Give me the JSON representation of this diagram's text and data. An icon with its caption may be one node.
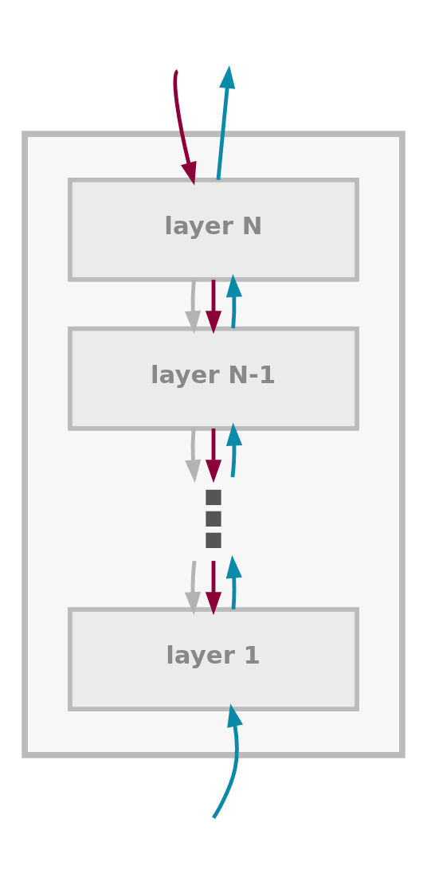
{
  "diagram": {
    "nodes": [
      {
        "text": [],
        "shape": "box"
      },
      {
        "text": [
          "layer N"
        ],
        "in": 0
      },
      {
        "text": [
          "layer N-1"
        ],
        "in": 0
      },
      {
        "text": [],
        "shape": "dots",
        "in": 0
      },
      {
        "text": [
          "layer 1"
        ],
        "in": 0
      }
    ],
    "edges": [
      {
        "from": null,
        "to": 1,
        "arrow": "to",
        "color": "#8b0038"
      },
      {
        "from": 1,
        "to": null,
        "arrow": "to",
        "color": "#0a8aa8"
      },
      {
        "from": 1,
        "to": 2,
        "arrow": "to",
        "color": "#b3b3b3"
      },
      {
        "from": 1,
        "to": 2,
        "arrow": "to",
        "color": "#8b0038"
      },
      {
        "from": 2,
        "to": 1,
        "arrow": "to",
        "color": "#0a8aa8"
      },
      {
        "from": 2,
        "to": 3,
        "arrow": "to",
        "color": "#b3b3b3"
      },
      {
        "from": 2,
        "to": 3,
        "arrow": "to",
        "color": "#8b0038"
      },
      {
        "from": 3,
        "to": 2,
        "arrow": "to",
        "color": "#0a8aa8"
      },
      {
        "from": 3,
        "to": 4,
        "arrow": "to",
        "color": "#b3b3b3"
      },
      {
        "from": 3,
        "to": 4,
        "arrow": "to",
        "color": "#8b0038"
      },
      {
        "from": 4,
        "to": 3,
        "arrow": "to",
        "color": "#0a8aa8"
      },
      {
        "from": null,
        "to": 4,
        "arrow": "to",
        "color": "#0a8aa8"
      }
    ]
  }
}
